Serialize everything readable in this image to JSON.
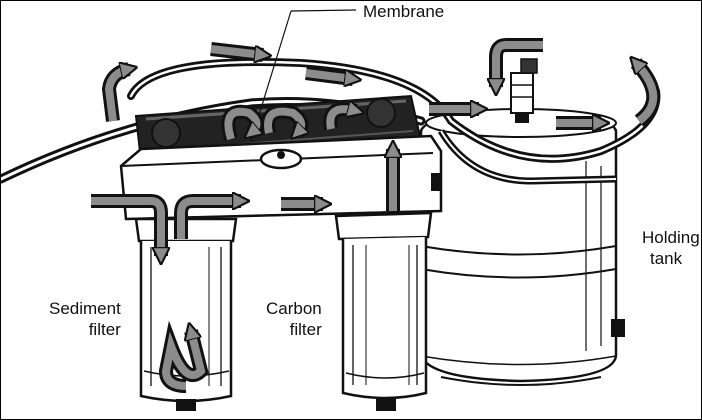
{
  "labels": {
    "membrane": "Membrane",
    "holding_line1": "Holding",
    "holding_line2": "tank",
    "sediment_line1": "Sediment",
    "sediment_line2": "filter",
    "carbon_line1": "Carbon",
    "carbon_line2": "filter"
  },
  "colors": {
    "ink": "#111111",
    "arrow_fill": "#8c8c8c",
    "paper": "#ffffff"
  },
  "icons": [
    "flow-arrow-icon"
  ]
}
